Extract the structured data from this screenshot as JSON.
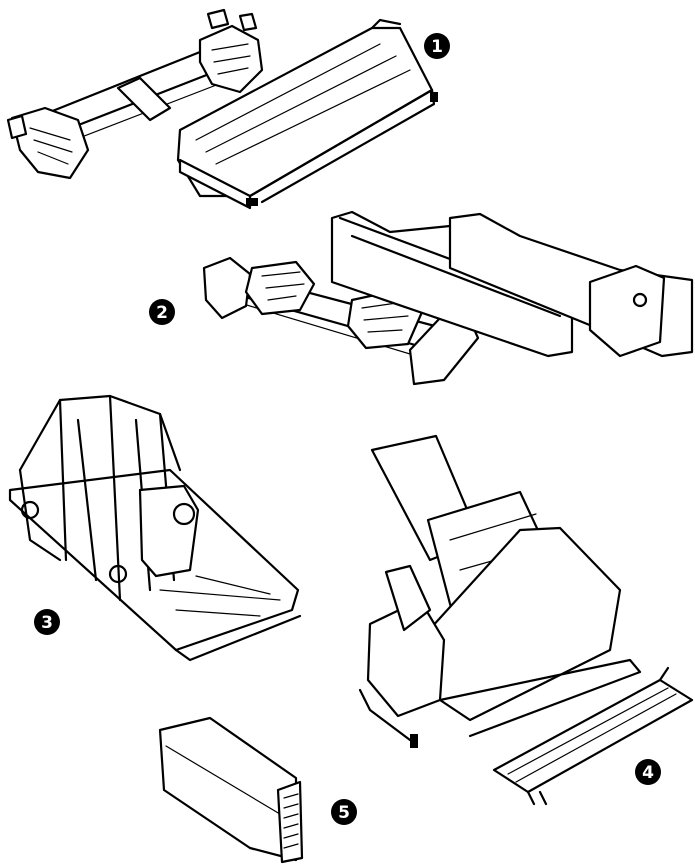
{
  "callouts": [
    {
      "id": "part-1",
      "label": "1"
    },
    {
      "id": "part-2",
      "label": "2"
    },
    {
      "id": "part-3",
      "label": "3"
    },
    {
      "id": "part-4",
      "label": "4"
    },
    {
      "id": "part-5",
      "label": "5"
    }
  ],
  "colors": {
    "ink": "#000000",
    "paper": "#ffffff"
  }
}
